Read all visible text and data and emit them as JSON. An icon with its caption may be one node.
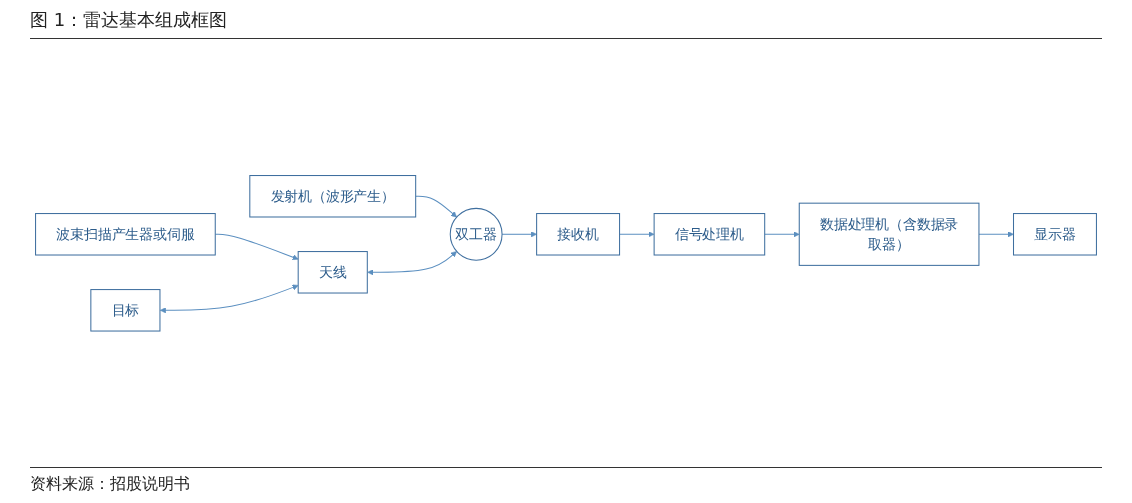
{
  "diagram": {
    "title": "图 1：雷达基本组成框图",
    "caption": "资料来源：招股说明书",
    "nodes": [
      {
        "text": [
          "波束扫描产生器或伺服"
        ]
      },
      {
        "text": [
          "发射机（波形产生）"
        ]
      },
      {
        "text": [
          "目标"
        ]
      },
      {
        "text": [
          "天线"
        ]
      },
      {
        "text": [
          "双工器"
        ]
      },
      {
        "text": [
          "接收机"
        ]
      },
      {
        "text": [
          "信号处理机"
        ]
      },
      {
        "text": [
          "数据处理机（含数据录取器）"
        ]
      },
      {
        "text": [
          "显示器"
        ]
      }
    ],
    "edges": [
      {
        "from": 0,
        "to": 3,
        "arrow": "to"
      },
      {
        "from": 1,
        "to": 4,
        "arrow": "to"
      },
      {
        "from": 2,
        "to": 3,
        "arrow": "both"
      },
      {
        "from": 3,
        "to": 4,
        "arrow": "both"
      },
      {
        "from": 4,
        "to": 5,
        "arrow": "to"
      },
      {
        "from": 5,
        "to": 6,
        "arrow": "to"
      },
      {
        "from": 6,
        "to": 7,
        "arrow": "to"
      },
      {
        "from": 7,
        "to": 8,
        "arrow": "to"
      }
    ]
  }
}
